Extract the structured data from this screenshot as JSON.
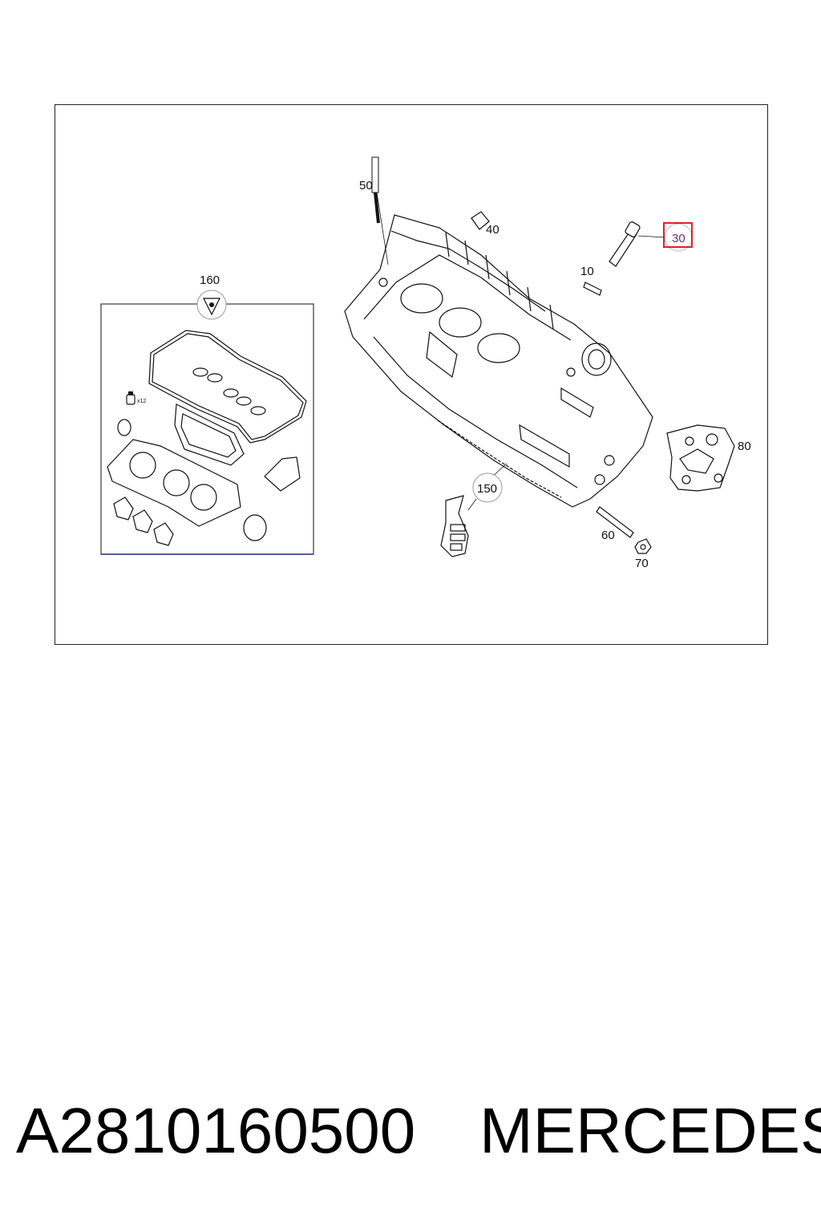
{
  "diagram": {
    "callouts": {
      "c10": "10",
      "c30": "30",
      "c40": "40",
      "c50": "50",
      "c60": "60",
      "c70": "70",
      "c80": "80",
      "c150": "150",
      "c160": "160"
    },
    "gasket_kit_qty": "x12",
    "highlighted_callout": "30",
    "highlight_color": "#e0202a"
  },
  "footer": {
    "part_number": "A2810160500",
    "brand": "MERCEDES"
  }
}
